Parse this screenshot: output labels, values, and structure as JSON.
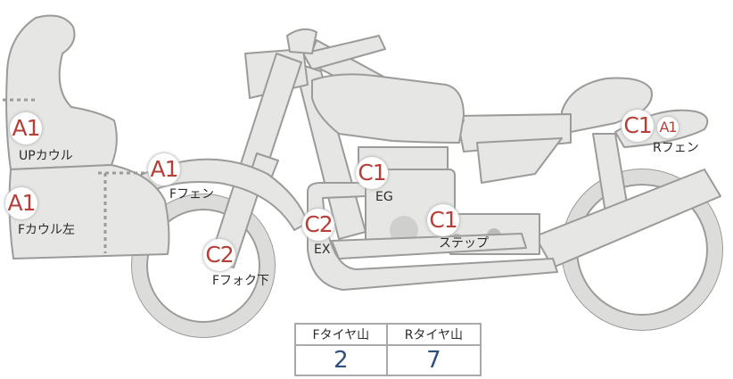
{
  "parts": [
    {
      "grade": "A1",
      "name": "UPカウル"
    },
    {
      "grade": "A1",
      "name": "Fカウル左"
    },
    {
      "grade": "A1",
      "name": "Fフェン"
    },
    {
      "grade": "C2",
      "name": "Fフォク下"
    },
    {
      "grade": "C2",
      "name": "EX"
    },
    {
      "grade": "C1",
      "name": "EG"
    },
    {
      "grade": "C1",
      "name": "ステップ"
    },
    {
      "grade": "C1",
      "name": ""
    },
    {
      "grade": "A1",
      "name": "Rフェン"
    }
  ],
  "tire_table": {
    "headers": [
      "Fタイヤ山",
      "Rタイヤ山"
    ],
    "values": [
      "2",
      "7"
    ]
  },
  "colors": {
    "grade_text": "#b5403a",
    "value_text": "#2f4f7f",
    "part_fill": "#e6e6e5",
    "part_stroke": "#9b9b99"
  }
}
